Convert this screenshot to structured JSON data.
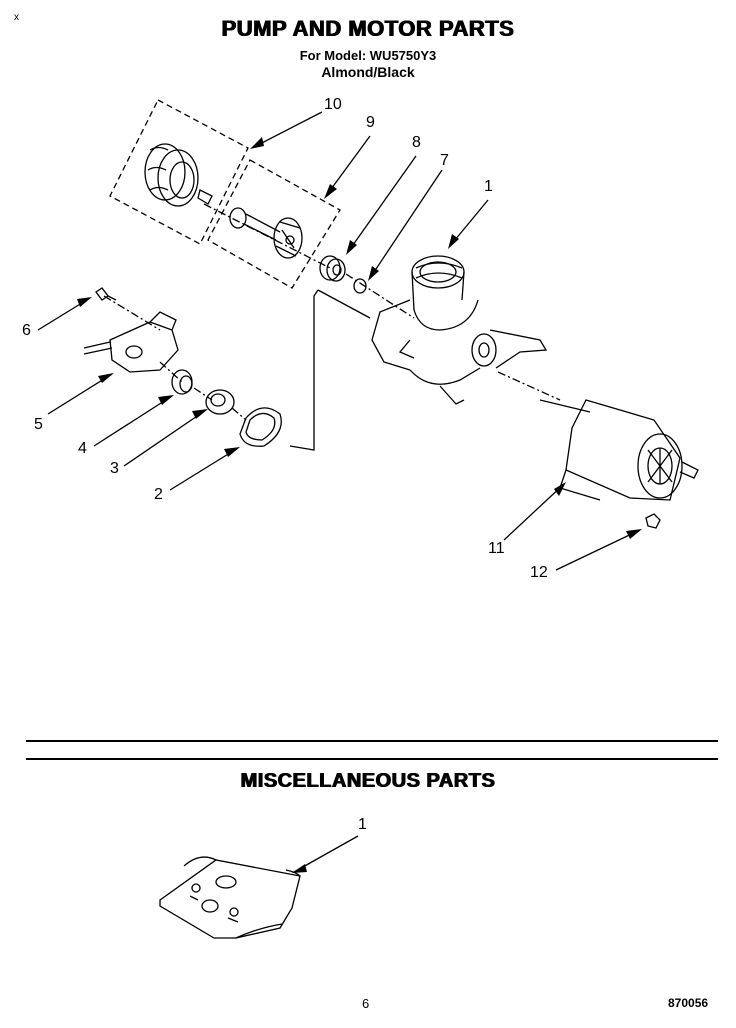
{
  "header": {
    "title": "PUMP AND MOTOR PARTS",
    "model": "For Model: WU5750Y3",
    "color": "Almond/Black"
  },
  "misc": {
    "title": "MISCELLANEOUS PARTS"
  },
  "corner_mark": "x",
  "footer": {
    "page": "6",
    "code": "870056"
  },
  "callouts": {
    "c1": "1",
    "c2": "2",
    "c3": "3",
    "c4": "4",
    "c5": "5",
    "c6": "6",
    "c7": "7",
    "c8": "8",
    "c9": "9",
    "c10": "10",
    "c11": "11",
    "c12": "12",
    "m1": "1"
  }
}
